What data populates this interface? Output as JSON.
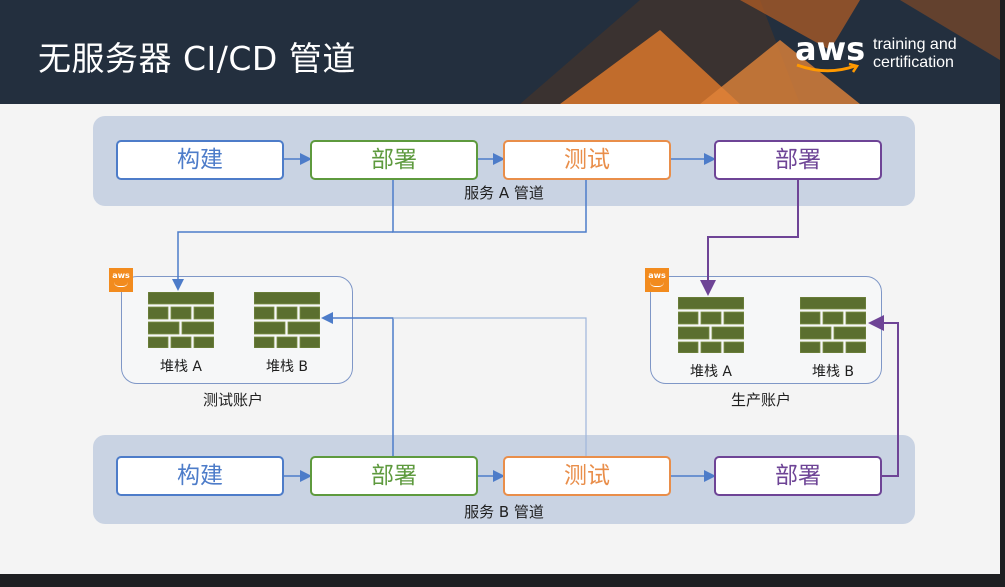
{
  "header": {
    "title": "无服务器 CI/CD 管道",
    "logo_aws": "aws",
    "logo_line1": "training and",
    "logo_line2": "certification"
  },
  "pipeline_a": {
    "label": "服务 A 管道",
    "stages": [
      {
        "label": "构建",
        "color": "#4d7cc9"
      },
      {
        "label": "部署",
        "color": "#5e9a3e"
      },
      {
        "label": "测试",
        "color": "#e98e4a"
      },
      {
        "label": "部署",
        "color": "#6e4496"
      }
    ]
  },
  "pipeline_b": {
    "label": "服务 B 管道",
    "stages": [
      {
        "label": "构建",
        "color": "#4d7cc9"
      },
      {
        "label": "部署",
        "color": "#5e9a3e"
      },
      {
        "label": "测试",
        "color": "#e98e4a"
      },
      {
        "label": "部署",
        "color": "#6e4496"
      }
    ]
  },
  "test_account": {
    "label": "测试账户",
    "badge": "aws",
    "stacks": [
      {
        "label": "堆栈 A"
      },
      {
        "label": "堆栈 B"
      }
    ]
  },
  "prod_account": {
    "label": "生产账户",
    "badge": "aws",
    "stacks": [
      {
        "label": "堆栈 A"
      },
      {
        "label": "堆栈 B"
      }
    ]
  },
  "colors": {
    "header_bg": "#232f3e",
    "band_bg": "#c9d3e3",
    "brick": "#5b6f2f",
    "badge": "#f28b1e"
  }
}
